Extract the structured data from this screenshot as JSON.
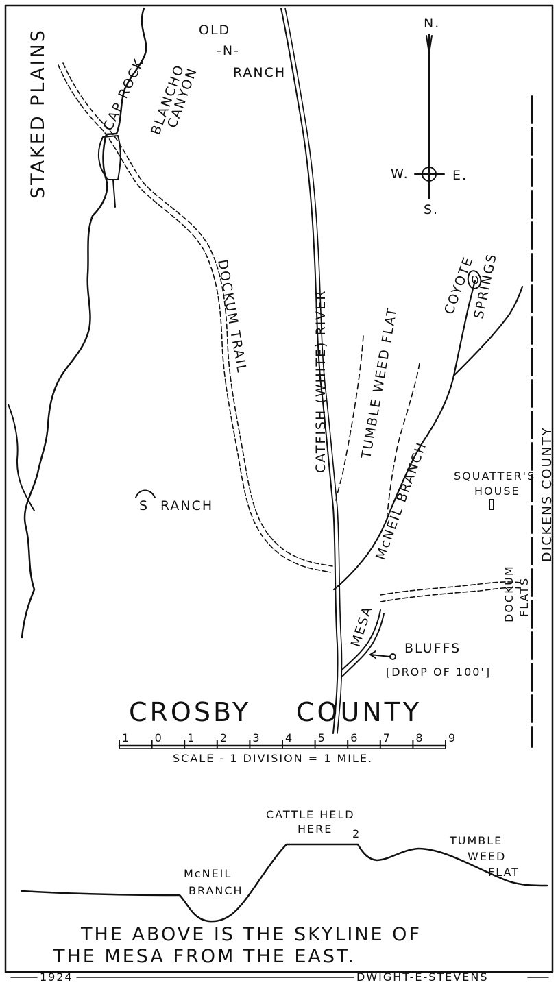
{
  "labels": {
    "staked_plains": "STAKED PLAINS",
    "cap_rock": "CAP ROCK",
    "blancho_canyon": "BLANCHO CANYON",
    "old": "OLD",
    "n": "-N-",
    "ranch_top": "RANCH",
    "compass_n": "N.",
    "compass_w": "W.",
    "compass_e": "E.",
    "compass_s": "S.",
    "dockum_trail": "DOCKUM TRAIL",
    "river": "CATFISH (WHITE) RIVER",
    "tumble_weed_flat_map": "TUMBLE WEED FLAT",
    "coyote": "COYOTE",
    "springs": "SPRINGS",
    "mcneil_branch_map": "McNEIL BRANCH",
    "squatters": "SQUATTER'S",
    "house": "HOUSE",
    "s_ranch": "RANCH",
    "s_brand": "S",
    "dickens_county": "DICKENS COUNTY",
    "dockum_flats_1": "DOCKUM",
    "dockum_flats_2": "FLATS",
    "mesa": "MESA",
    "bluffs": "BLUFFS",
    "drop": "[DROP OF 100']",
    "crosby": "CROSBY",
    "county": "COUNTY",
    "scale": "SCALE - 1 DIVISION = 1 MILE."
  },
  "scale_ticks": [
    "1",
    "0",
    "1",
    "2",
    "3",
    "4",
    "5",
    "6",
    "7",
    "8",
    "9"
  ],
  "profile": {
    "cattle_held": "CATTLE HELD",
    "here": "HERE",
    "here_mark": "2",
    "mcneil_1": "McNEIL",
    "mcneil_2": "BRANCH",
    "tumble_1": "TUMBLE",
    "tumble_2": "WEED",
    "tumble_3": "FLAT"
  },
  "caption": {
    "line1": "THE ABOVE IS THE SKYLINE OF",
    "line2": "THE MESA FROM THE EAST."
  },
  "footer": {
    "year": "1924",
    "author": "DWIGHT-E-STEVENS"
  }
}
